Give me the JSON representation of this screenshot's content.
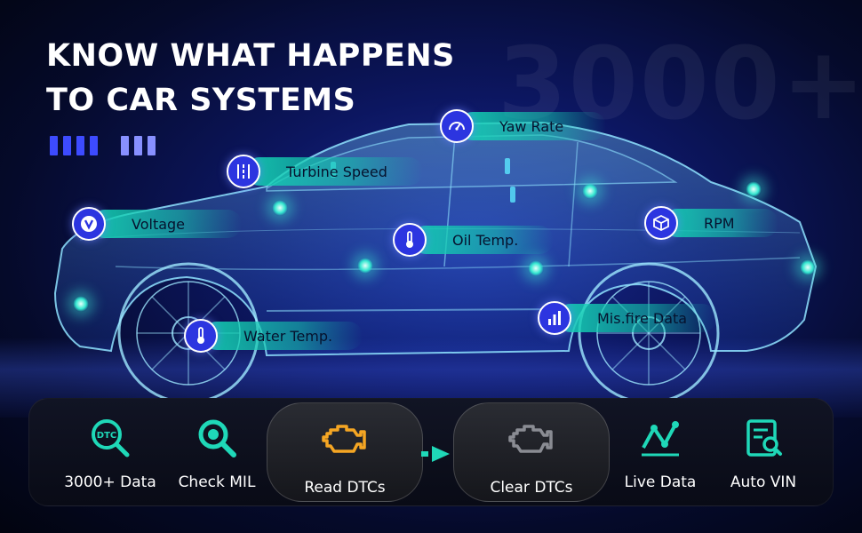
{
  "headline": {
    "line1": "KNOW WHAT HAPPENS",
    "line2": "TO CAR SYSTEMS"
  },
  "background_number": "3000+",
  "colors": {
    "accent_teal": "#1fd8b8",
    "badge_blue": "#2c35e0",
    "check_engine_orange": "#f5a623",
    "bar_blue": "#3d4bff"
  },
  "sensors": [
    {
      "label": "Yaw Rate",
      "icon": "speedometer-icon"
    },
    {
      "label": "Turbine Speed",
      "icon": "turbine-icon"
    },
    {
      "label": "Voltage",
      "icon": "voltage-icon"
    },
    {
      "label": "Oil Temp.",
      "icon": "thermometer-icon"
    },
    {
      "label": "RPM",
      "icon": "engine-block-icon"
    },
    {
      "label": "Mis.fire Data",
      "icon": "bar-chart-icon"
    },
    {
      "label": "Water Temp.",
      "icon": "thermometer-icon"
    }
  ],
  "features": [
    {
      "label": "3000+ Data",
      "icon": "dtc-search-icon"
    },
    {
      "label": "Check MIL",
      "icon": "magnifier-icon"
    },
    {
      "label": "Read DTCs",
      "icon": "check-engine-icon"
    },
    {
      "label": "Clear DTCs",
      "icon": "check-engine-icon"
    },
    {
      "label": "Live Data",
      "icon": "line-graph-icon"
    },
    {
      "label": "Auto VIN",
      "icon": "document-search-icon"
    }
  ],
  "dtc_badge_text": "DTC"
}
